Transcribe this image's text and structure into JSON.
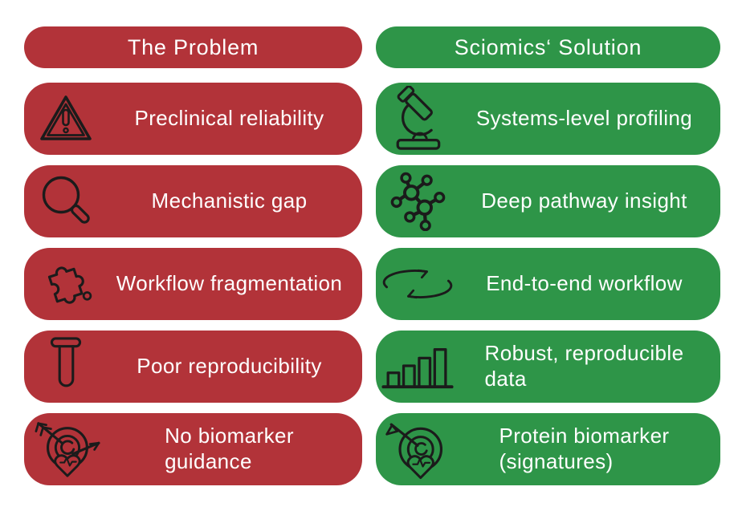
{
  "colors": {
    "problem_red": "#B23339",
    "solution_green": "#2E9548",
    "icon_black": "#1B1B1B",
    "text_white": "#FFFFFF",
    "background": "#FFFFFF"
  },
  "columns": {
    "problem": {
      "header": "The Problem",
      "rows": [
        {
          "icon": "warning-triangle-icon",
          "label": "Preclinical reliability"
        },
        {
          "icon": "magnifier-icon",
          "label": "Mechanistic gap"
        },
        {
          "icon": "puzzle-piece-icon",
          "label": "Workflow fragmentation"
        },
        {
          "icon": "test-tube-icon",
          "label": "Poor reproducibility"
        },
        {
          "icon": "biomarker-target-icon",
          "label": "No biomarker\nguidance"
        }
      ]
    },
    "solution": {
      "header": "Sciomics‘ Solution",
      "rows": [
        {
          "icon": "microscope-icon",
          "label": "Systems-level profiling"
        },
        {
          "icon": "pathway-network-icon",
          "label": "Deep pathway insight"
        },
        {
          "icon": "cycle-arrows-icon",
          "label": "End-to-end workflow"
        },
        {
          "icon": "bar-chart-icon",
          "label": "Robust, reproducible\ndata"
        },
        {
          "icon": "protein-target-arrow-icon",
          "label": "Protein biomarker\n(signatures)"
        }
      ]
    }
  }
}
